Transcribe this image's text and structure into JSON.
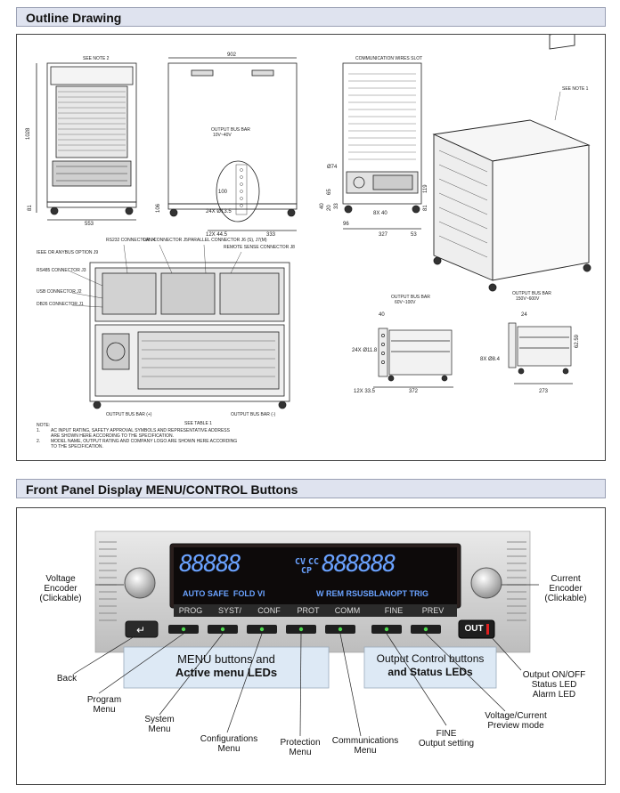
{
  "outline_section": {
    "title": "Outline Drawing",
    "dims": {
      "front_width": "553",
      "front_height": "1028",
      "front_base": "81",
      "side_width": "902",
      "side_base_h": "106",
      "side_detail_100": "100",
      "side_holes": "24X Ø13.5",
      "side_pitch": "12X 44.5",
      "side_333": "333",
      "rear_dia": "Ø74",
      "rear_holes": "8X 40",
      "rear_96": "96",
      "rear_327": "327",
      "rear_53": "53",
      "rear_65": "65",
      "rear_81": "81",
      "rear_119": "119",
      "rear_20": "20",
      "rear_33": "33",
      "rear_40": "40",
      "busbar_a_12x": "12X 33.5",
      "busbar_a_372": "372",
      "busbar_a_24x": "24X Ø11.8",
      "busbar_a_40": "40",
      "busbar_b_273": "273",
      "busbar_b_8x": "8X Ø8.4",
      "busbar_b_24": "24",
      "busbar_b_62": "62.59"
    },
    "labels": {
      "see_note_2": "SEE NOTE 2",
      "comm_slot": "COMMUNICATION WIRES SLOT",
      "see_note_1": "SEE NOTE 1",
      "output_bus_bar_side": "OUTPUT BUS BAR",
      "output_bus_bar_side_range": "10V~40V",
      "rs232": "RS232 CONNECTOR J4",
      "lan": "LAN CONNECTOR J5",
      "parallel": "PARALLEL CONNECTOR J6 (S), J7(M)",
      "remote_sense": "REMOTE SENSE CONNECTOR J8",
      "ieee": "IEEE OR ANYBUS OPTION J9",
      "rs485": "RS485 CONNECTOR J3",
      "usb": "USB CONNECTOR J2",
      "db26": "DB26 CONNECTOR J1",
      "bus_plus": "OUTPUT BUS BAR (+)",
      "bus_minus": "OUTPUT BUS BAR (-)",
      "see_table": "SEE TABLE 1",
      "busbar_a": "OUTPUT BUS BAR",
      "busbar_a_range": "60V~100V",
      "busbar_b": "OUTPUT BUS BAR",
      "busbar_b_range": "150V~600V"
    },
    "notes": {
      "heading": "NOTE:",
      "n1_num": "1.",
      "n1": "AC INPUT RATING, SAFETY APPROVAL SYMBOLS AND REPRESENTATIVE ADDRESS ARE SHOWN HERE ACCORDING TO THE SPECIFICATION.",
      "n2_num": "2.",
      "n2": "MODEL NAME, OUTPUT RATING AND COMPANY LOGO ARE SHOWN HERE ACCORDING TO THE SPECIFICATION."
    }
  },
  "panel_section": {
    "title": "Front Panel Display MENU/CONTROL Buttons",
    "display": {
      "cv": "CV",
      "cc": "CC",
      "cp": "CP",
      "status_line": "AUTO SAFE  FOLD VI",
      "status_line_2": "W REM RSUSBLANOPT TRIG",
      "digits_left": "88888",
      "digits_right": "888888"
    },
    "buttons": {
      "prog": "PROG",
      "syst": "SYST/",
      "conf": "CONF",
      "prot": "PROT",
      "comm": "COMM",
      "fine": "FINE",
      "prev": "PREV",
      "out": "OUT"
    },
    "boxes": {
      "menu_l1": "MENU buttons and",
      "menu_l2": "Active menu LEDs",
      "ctrl_l1": "Output Control buttons",
      "ctrl_l2": "and Status LEDs"
    },
    "callouts": {
      "voltage_encoder": "Voltage\nEncoder\n(Clickable)",
      "current_encoder": "Current\nEncoder\n(Clickable)",
      "back": "Back",
      "program": "Program\nMenu",
      "system": "System\nMenu",
      "configurations": "Configurations\nMenu",
      "protection": "Protection\nMenu",
      "communications": "Communications\nMenu",
      "fine": "FINE\nOutput setting",
      "preview": "Voltage/Current\nPreview mode",
      "output": "Output ON/OFF\nStatus LED\nAlarm LED"
    }
  }
}
